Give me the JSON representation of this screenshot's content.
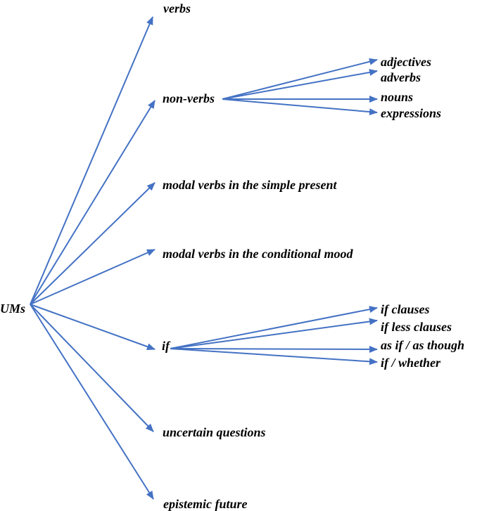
{
  "root": {
    "label": "UMs"
  },
  "categories": [
    {
      "id": "verbs",
      "label": "verbs"
    },
    {
      "id": "non-verbs",
      "label": "non-verbs"
    },
    {
      "id": "modal-present",
      "label": "modal verbs in the simple present"
    },
    {
      "id": "modal-conditional",
      "label": "modal verbs in the conditional mood"
    },
    {
      "id": "if",
      "label": "if"
    },
    {
      "id": "uncertain-questions",
      "label": "uncertain questions"
    },
    {
      "id": "epistemic-future",
      "label": "epistemic future"
    }
  ],
  "non_verbs_children": [
    {
      "id": "adjectives",
      "label": "adjectives"
    },
    {
      "id": "adverbs",
      "label": "adverbs"
    },
    {
      "id": "nouns",
      "label": "nouns"
    },
    {
      "id": "expressions",
      "label": "expressions"
    }
  ],
  "if_children": [
    {
      "id": "if-clauses",
      "label": "if clauses"
    },
    {
      "id": "if-less-clauses",
      "label": "if less clauses"
    },
    {
      "id": "as-if-as-though",
      "label": "as if / as though"
    },
    {
      "id": "if-whether",
      "label": "if / whether"
    }
  ],
  "colors": {
    "arrow": "#4472C4",
    "text": "#000000"
  }
}
